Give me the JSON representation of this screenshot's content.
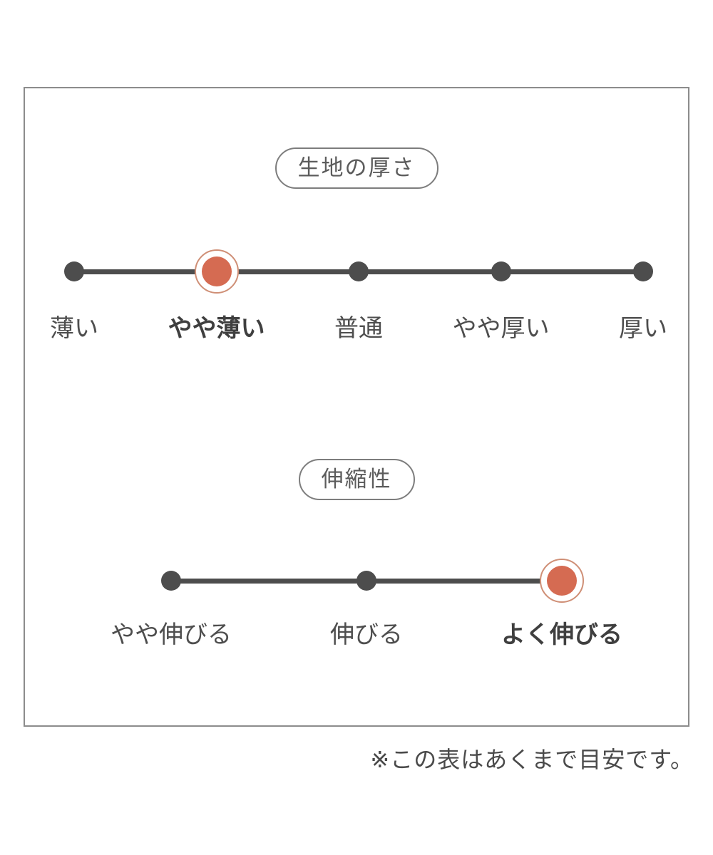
{
  "colors": {
    "line": "#4d4d4d",
    "accent": "#d56b52",
    "accent_ring": "#cf8f76",
    "label_text": "#4e4e4e",
    "label_selected_text": "#3f3f3f",
    "pill_border": "#7d7d7d",
    "pill_text": "#5c5c5c",
    "panel_border": "#8c8c8c",
    "note_text": "#4a4a4a"
  },
  "note": "※この表はあくまで目安です。",
  "chart_data": [
    {
      "type": "scale",
      "title": "生地の厚さ",
      "categories": [
        "薄い",
        "やや薄い",
        "普通",
        "やや厚い",
        "厚い"
      ],
      "selected_index": 1,
      "selected_label": "やや薄い",
      "legend_position": "none",
      "grid": false
    },
    {
      "type": "scale",
      "title": "伸縮性",
      "categories": [
        "やや伸びる",
        "伸びる",
        "よく伸びる"
      ],
      "selected_index": 2,
      "selected_label": "よく伸びる",
      "legend_position": "none",
      "grid": false
    }
  ]
}
